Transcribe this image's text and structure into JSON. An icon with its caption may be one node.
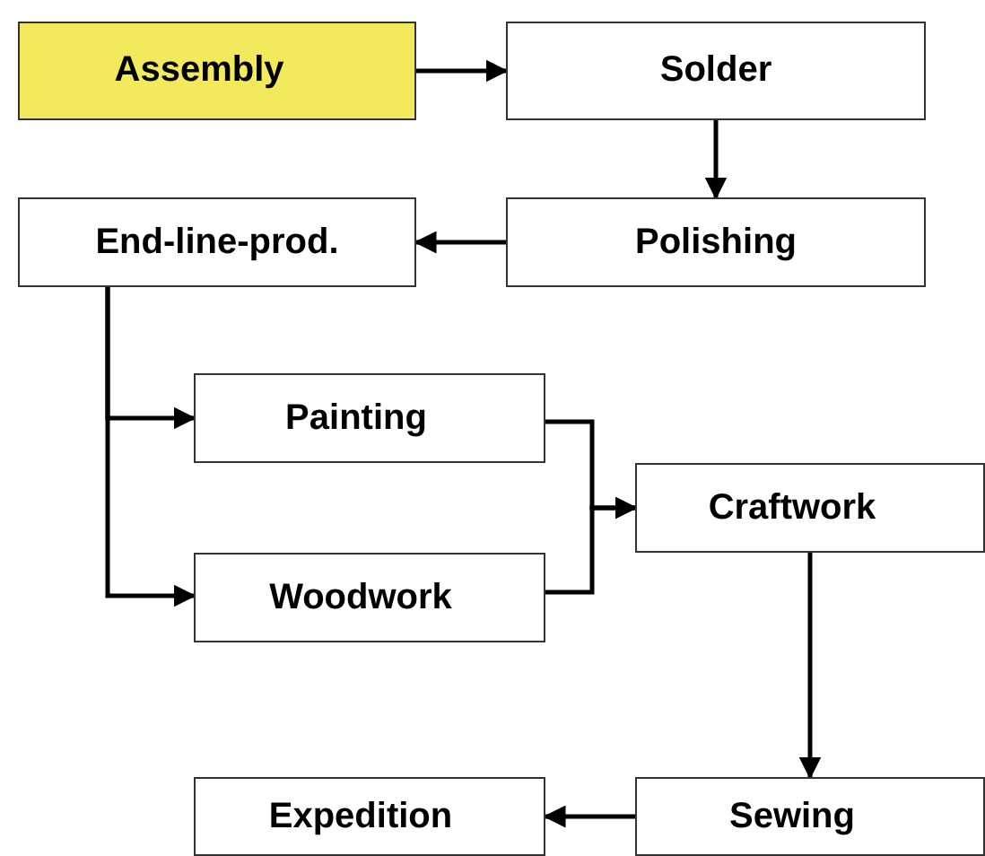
{
  "diagram": {
    "nodes": [
      {
        "text": [
          "Assembly"
        ]
      },
      {
        "text": [
          "Solder"
        ]
      },
      {
        "text": [
          "Polishing"
        ]
      },
      {
        "text": [
          "End-line-prod."
        ]
      },
      {
        "text": [
          "Painting"
        ]
      },
      {
        "text": [
          "Woodwork"
        ]
      },
      {
        "text": [
          "Craftwork"
        ]
      },
      {
        "text": [
          "Sewing"
        ]
      },
      {
        "text": [
          "Expedition"
        ]
      }
    ],
    "edges": [
      {
        "from": 0,
        "to": 1,
        "arrow": "to"
      },
      {
        "from": 1,
        "to": 2,
        "arrow": "to"
      },
      {
        "from": 2,
        "to": 3,
        "arrow": "to"
      },
      {
        "from": 3,
        "to": 4,
        "arrow": "to"
      },
      {
        "from": 3,
        "to": 5,
        "arrow": "to"
      },
      {
        "from": 4,
        "to": 6,
        "arrow": "to"
      },
      {
        "from": 5,
        "to": 6,
        "arrow": "to"
      },
      {
        "from": 6,
        "to": 7,
        "arrow": "to"
      },
      {
        "from": 7,
        "to": 8,
        "arrow": "to"
      }
    ]
  }
}
